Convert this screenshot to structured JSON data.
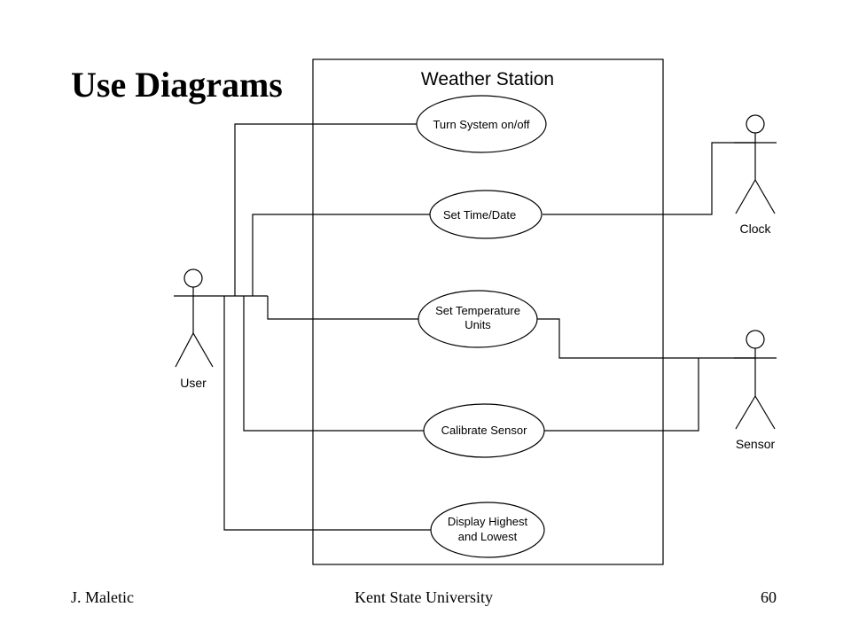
{
  "slide": {
    "title": "Use Diagrams",
    "footer_left": "J. Maletic",
    "footer_center": "Kent State University",
    "footer_right": "60"
  },
  "diagram": {
    "system_name": "Weather Station",
    "use_cases": [
      {
        "lines": [
          "Turn System on/off"
        ]
      },
      {
        "lines": [
          "Set Time/Date"
        ]
      },
      {
        "lines": [
          "Set Temperature",
          "Units"
        ]
      },
      {
        "lines": [
          "Calibrate Sensor"
        ]
      },
      {
        "lines": [
          "Display Highest",
          "and Lowest"
        ]
      }
    ],
    "actors": [
      {
        "label": "User"
      },
      {
        "label": "Clock"
      },
      {
        "label": "Sensor"
      }
    ]
  }
}
